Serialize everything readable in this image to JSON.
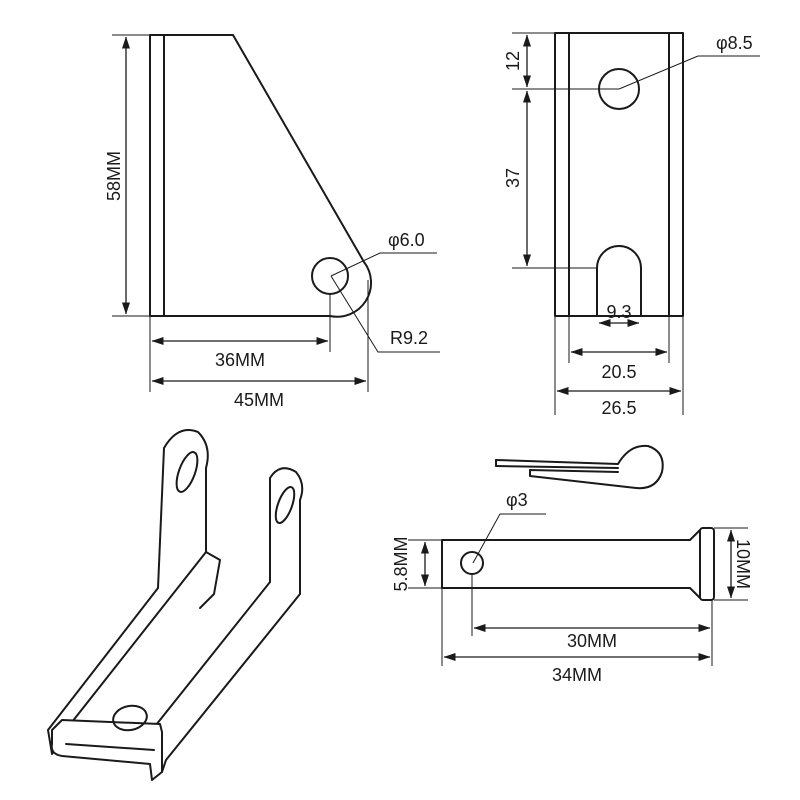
{
  "colors": {
    "ink": "#1a1a1a",
    "background": "#ffffff"
  },
  "side_view": {
    "height": "58MM",
    "hole": "φ6.0",
    "radius": "R9.2",
    "hole_offset": "36MM",
    "width": "45MM"
  },
  "front_view": {
    "hole": "φ8.5",
    "top_offset": "12",
    "slot_offset": "37",
    "slot_width": "9.3",
    "inner_width": "20.5",
    "outer_width": "26.5"
  },
  "pin": {
    "cross_hole": "φ3",
    "diameter": "5.8MM",
    "head_diameter": "10MM",
    "hole_to_head": "30MM",
    "length": "34MM"
  }
}
